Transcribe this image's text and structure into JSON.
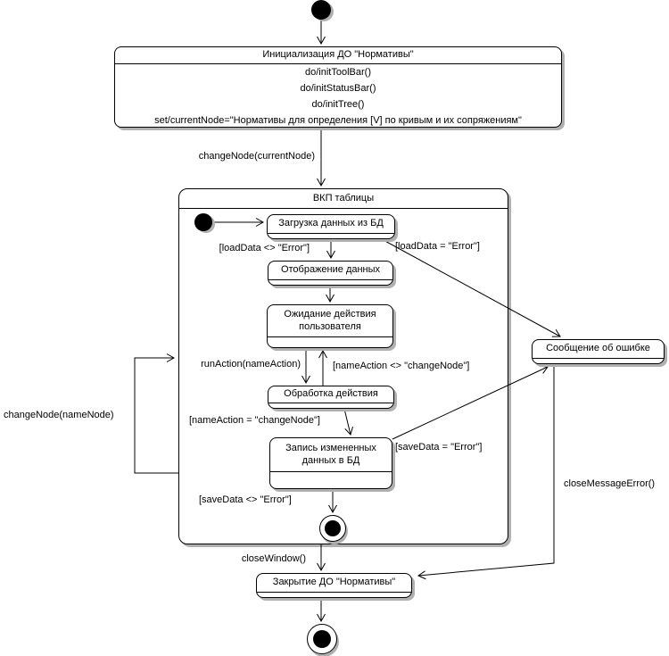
{
  "nodes": {
    "init": {
      "title": "Инициализация ДО \"Нормативы\"",
      "actions": [
        "do/initToolBar()",
        "do/initStatusBar()",
        "do/initTree()",
        "set/currentNode=\"Нормативы для определения [V] по кривым и их сопряжениям\""
      ]
    },
    "vkp": {
      "title": "ВКП таблицы"
    },
    "load": {
      "title": "Загрузка данных из БД"
    },
    "display": {
      "title": "Отображение данных"
    },
    "wait": {
      "title": "Ожидание действия пользователя"
    },
    "process": {
      "title": "Обработка действия"
    },
    "save": {
      "title": "Запись измененных данных в БД"
    },
    "error_msg": {
      "title": "Сообщение об ошибке"
    },
    "close": {
      "title": "Закрытие ДО \"Нормативы\""
    }
  },
  "edges": {
    "change_node_current": "changeNode(currentNode)",
    "load_ok": "[loadData <> \"Error\"]",
    "load_err": "[loadData = \"Error\"]",
    "run_action": "runAction(nameAction)",
    "name_action_neq": "[nameAction <> \"changeNode\"]",
    "name_action_eq": "[nameAction = \"changeNode\"]",
    "save_err": "[saveData = \"Error\"]",
    "save_ok": "[saveData <> \"Error\"]",
    "change_node_name": "changeNode(nameNode)",
    "close_window": "closeWindow()",
    "close_message_error": "closeMessageError()"
  },
  "colors": {
    "line": "#000000",
    "fill": "#ffffff",
    "shadow": "#b0b0b0"
  }
}
